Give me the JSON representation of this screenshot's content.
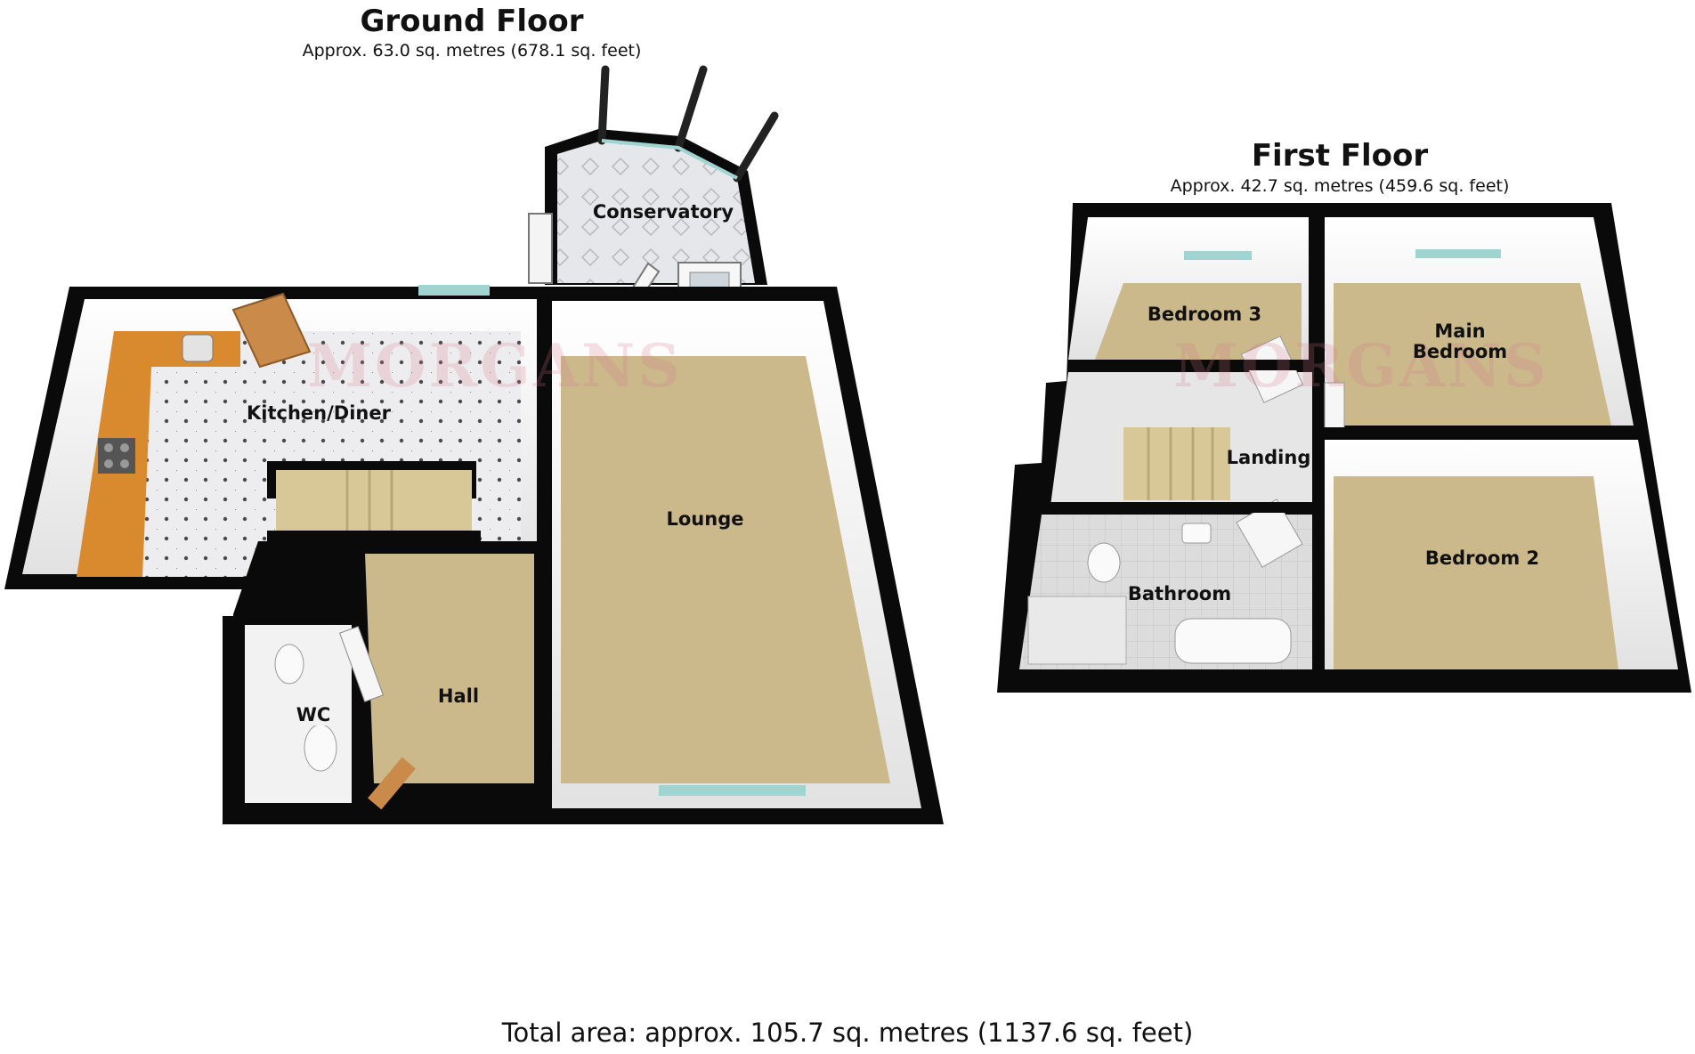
{
  "ground_floor": {
    "title": "Ground Floor",
    "area": "Approx. 63.0 sq. metres (678.1 sq. feet)",
    "rooms": {
      "conservatory": "Conservatory",
      "kitchen_diner": "Kitchen/Diner",
      "lounge": "Lounge",
      "hall": "Hall",
      "wc": "WC"
    }
  },
  "first_floor": {
    "title": "First Floor",
    "area": "Approx. 42.7 sq. metres (459.6 sq. feet)",
    "rooms": {
      "bedroom_3": "Bedroom 3",
      "main_bedroom": "Main\nBedroom",
      "landing": "Landing",
      "bathroom": "Bathroom",
      "bedroom_2": "Bedroom 2"
    }
  },
  "total_area": "Total area: approx. 105.7 sq. metres (1137.6 sq. feet)",
  "watermark": "MORGANS",
  "colors": {
    "wall": "#0a0a0a",
    "carpet": "#cbb98c",
    "tile": "#e8e8ea",
    "counter": "#d98a2e",
    "door": "#c98a4a",
    "window": "#9fd4d0",
    "stairs": "#d8c897"
  }
}
